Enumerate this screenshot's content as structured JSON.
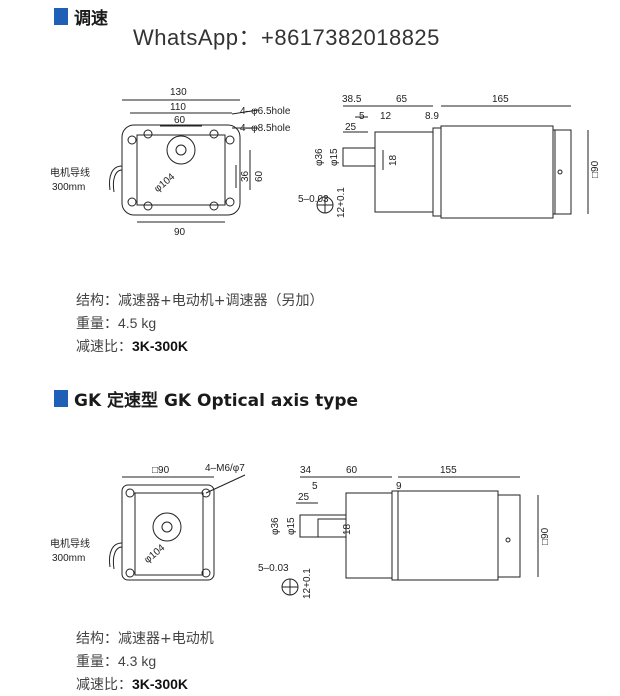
{
  "section1": {
    "title": "调速",
    "watermark": "WhatsApp：+8617382018825",
    "front_view": {
      "dims": [
        "130",
        "110",
        "60",
        "90",
        "36",
        "60",
        "φ104"
      ],
      "holes": [
        "4–φ6.5hole",
        "4–φ8.5hole"
      ],
      "wire_label": "电机导线",
      "wire_length": "300mm"
    },
    "side_view": {
      "dims": [
        "38.5",
        "65",
        "165",
        "5",
        "12",
        "8.9",
        "25",
        "φ36",
        "φ15",
        "18",
        "□90"
      ],
      "shaft_key": "5–0.03",
      "shaft_height": "12+0.1"
    },
    "specs": {
      "structure_label": "结构：",
      "structure_value": "减速器+电动机+调速器（另加）",
      "weight_label": "重量：",
      "weight_value": "4.5 kg",
      "ratio_label": "减速比：",
      "ratio_value": "3K-300K"
    }
  },
  "section2": {
    "title": "GK 定速型 GK Optical axis type",
    "front_view": {
      "dims": [
        "□90",
        "φ104"
      ],
      "holes": [
        "4–M6/φ7"
      ],
      "wire_label": "电机导线",
      "wire_length": "300mm"
    },
    "side_view": {
      "dims": [
        "34",
        "60",
        "155",
        "5",
        "9",
        "25",
        "φ36",
        "φ15",
        "18",
        "□90"
      ],
      "shaft_key": "5–0.03",
      "shaft_height": "12+0.1"
    },
    "specs": {
      "structure_label": "结构：",
      "structure_value": "减速器+电动机",
      "weight_label": "重量：",
      "weight_value": "4.3 kg",
      "ratio_label": "减速比：",
      "ratio_value": "3K-300K"
    }
  }
}
